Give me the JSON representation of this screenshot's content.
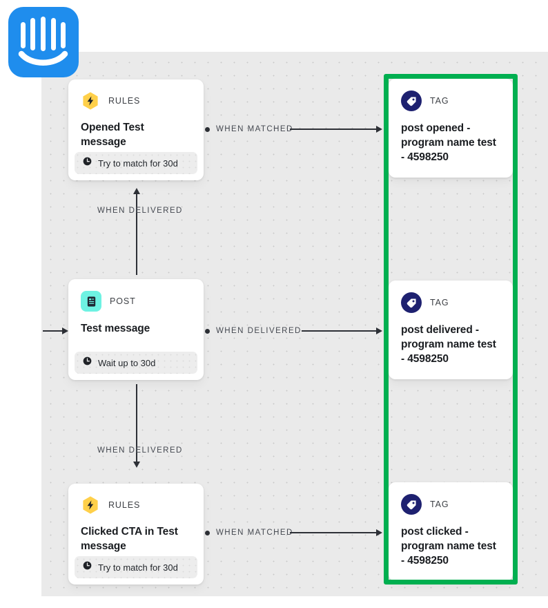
{
  "brand": {
    "logo_name": "intercom-logo",
    "logo_color": "#1f8ded"
  },
  "canvas": {
    "background_color": "#eaeaea",
    "highlight_color": "#00af50"
  },
  "nodes": [
    {
      "id": "rules-opened",
      "kind": "RULES",
      "icon": "lightning-bolt-icon",
      "icon_color": "#ffd04a",
      "title": "Opened Test message",
      "footer_icon": "clock-icon",
      "footer": "Try to match for 30d"
    },
    {
      "id": "post-test-message",
      "kind": "POST",
      "icon": "document-icon",
      "icon_color": "#6ef2e2",
      "title": "Test message",
      "footer_icon": "clock-icon",
      "footer": "Wait up to 30d"
    },
    {
      "id": "rules-clicked",
      "kind": "RULES",
      "icon": "lightning-bolt-icon",
      "icon_color": "#ffd04a",
      "title": "Clicked CTA in Test message",
      "footer_icon": "clock-icon",
      "footer": "Try to match for 30d"
    }
  ],
  "tags": [
    {
      "id": "tag-opened",
      "kind": "TAG",
      "icon": "tag-icon",
      "icon_color": "#1e2170",
      "title": "post opened - program name test - 4598250"
    },
    {
      "id": "tag-delivered",
      "kind": "TAG",
      "icon": "tag-icon",
      "icon_color": "#1e2170",
      "title": "post delivered - program name test - 4598250"
    },
    {
      "id": "tag-clicked",
      "kind": "TAG",
      "icon": "tag-icon",
      "icon_color": "#1e2170",
      "title": "post clicked - program name test - 4598250"
    }
  ],
  "connectors": {
    "post_to_rules_opened": "WHEN DELIVERED",
    "rules_opened_to_tag": "WHEN MATCHED",
    "post_to_tag": "WHEN DELIVERED",
    "post_to_rules_clicked": "WHEN DELIVERED",
    "rules_clicked_to_tag": "WHEN MATCHED"
  }
}
